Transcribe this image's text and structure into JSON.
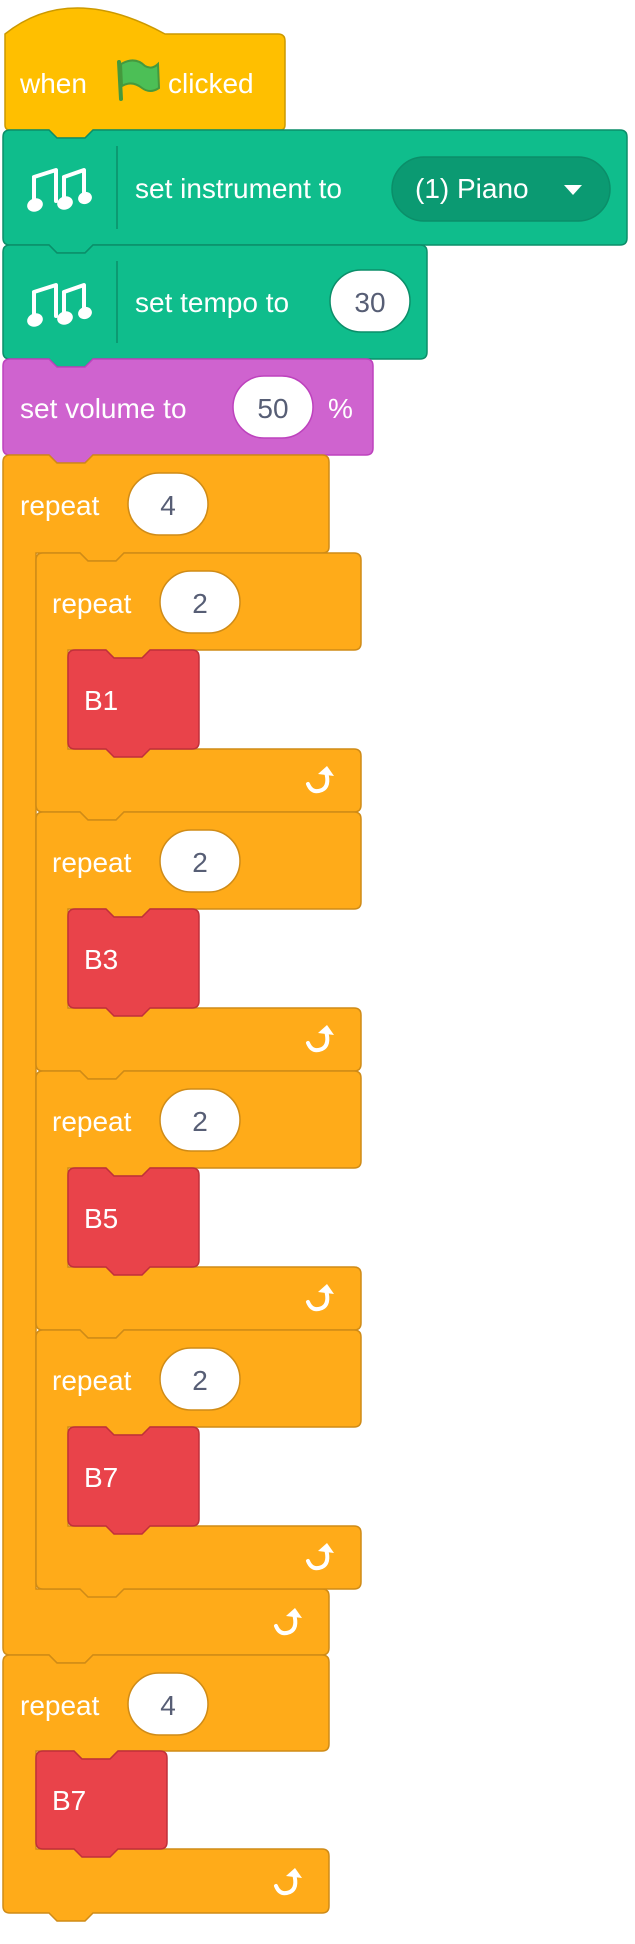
{
  "colors": {
    "events": "#FFBF00",
    "events_border": "#CC9900",
    "music": "#0FBD8C",
    "music_border": "#0B8E69",
    "music_dark": "#0B9A72",
    "looks": "#CF63CF",
    "looks_border": "#BD42BD",
    "control": "#FFAB19",
    "control_border": "#CF8B17",
    "custom": "#E9434A",
    "custom_border": "#C0303A",
    "flag": "#4CBF56"
  },
  "script": {
    "hat": {
      "before_icon": "when",
      "icon": "green-flag-icon",
      "after_icon": "clicked"
    },
    "set_instrument": {
      "icon": "music-notes-icon",
      "label": "set instrument to",
      "value": "(1) Piano",
      "dropdown_icon": "dropdown-arrow-icon"
    },
    "set_tempo": {
      "icon": "music-notes-icon",
      "label": "set tempo to",
      "value": "30"
    },
    "set_volume": {
      "label": "set volume to",
      "value": "50",
      "suffix": "%"
    },
    "outer_repeat": {
      "label": "repeat",
      "count": "4",
      "end_icon": "loop-arrow-icon"
    },
    "inner_repeats": [
      {
        "label": "repeat",
        "count": "2",
        "body": "B1",
        "end_icon": "loop-arrow-icon"
      },
      {
        "label": "repeat",
        "count": "2",
        "body": "B3",
        "end_icon": "loop-arrow-icon"
      },
      {
        "label": "repeat",
        "count": "2",
        "body": "B5",
        "end_icon": "loop-arrow-icon"
      },
      {
        "label": "repeat",
        "count": "2",
        "body": "B7",
        "end_icon": "loop-arrow-icon"
      }
    ],
    "final_repeat": {
      "label": "repeat",
      "count": "4",
      "body": "B7",
      "end_icon": "loop-arrow-icon"
    }
  }
}
